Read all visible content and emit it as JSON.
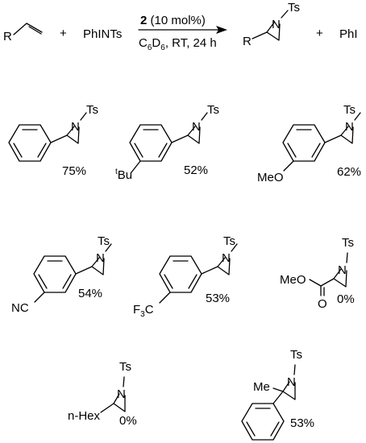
{
  "reaction": {
    "substrate_label": "R",
    "plus1": "+",
    "reagent": "PhINTs",
    "catalyst_number": "2",
    "catalyst_loading": "(10 mol%)",
    "solvent_c": "C",
    "solvent_c_sub": "6",
    "solvent_h": "D",
    "solvent_h_sub": "6",
    "conditions": ", RT, 24 h",
    "product_r": "R",
    "product_n": "N",
    "product_ts": "Ts",
    "plus2": "+",
    "byproduct": "PhI"
  },
  "compounds": [
    {
      "n": "N",
      "ts": "Ts",
      "yield": "75%"
    },
    {
      "n": "N",
      "ts": "Ts",
      "sub_t": "t",
      "sub_bu": "Bu",
      "yield": "52%"
    },
    {
      "n": "N",
      "ts": "Ts",
      "sub": "MeO",
      "yield": "62%"
    },
    {
      "n": "N",
      "ts": "Ts",
      "sub": "NC",
      "yield": "54%"
    },
    {
      "n": "N",
      "ts": "Ts",
      "sub_f": "F",
      "sub_3": "3",
      "sub_c": "C",
      "yield": "53%"
    },
    {
      "n": "N",
      "ts": "Ts",
      "sub": "MeO",
      "o": "O",
      "yield": "0%"
    },
    {
      "n": "N",
      "ts": "Ts",
      "sub": "n-Hex",
      "yield": "0%"
    },
    {
      "n": "N",
      "ts": "Ts",
      "me": "Me",
      "yield": "53%"
    }
  ]
}
